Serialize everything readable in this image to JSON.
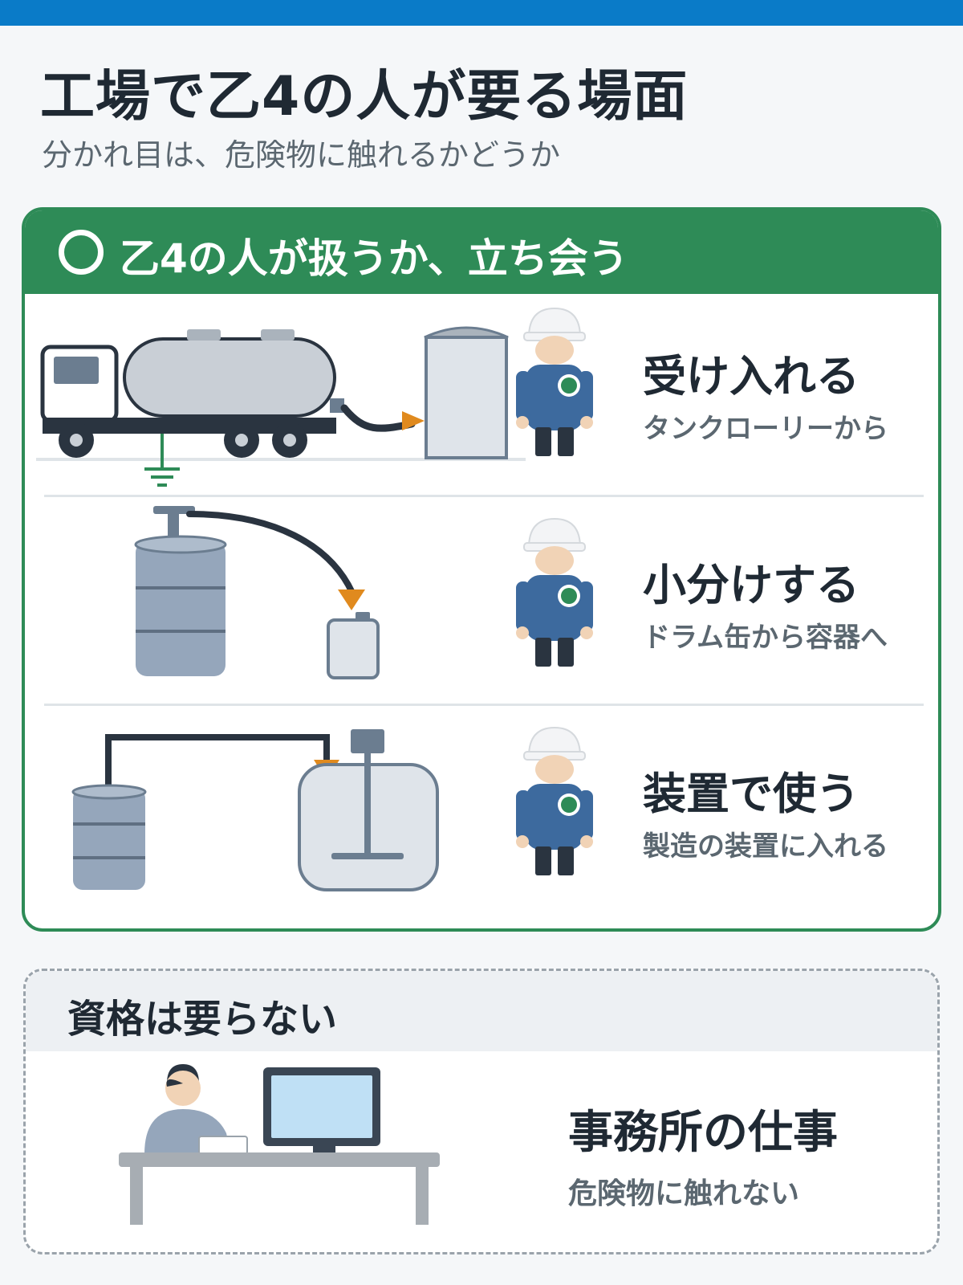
{
  "header": {
    "title": "工場で乙4の人が要る場面",
    "subtitle": "分かれ目は、危険物に触れるかどうか"
  },
  "required_panel": {
    "heading": "乙4の人が扱うか、立ち会う",
    "rows": [
      {
        "title": "受け入れる",
        "subtitle": "タンクローリーから"
      },
      {
        "title": "小分けする",
        "subtitle": "ドラム缶から容器へ"
      },
      {
        "title": "装置で使う",
        "subtitle": "製造の装置に入れる"
      }
    ]
  },
  "not_required_panel": {
    "heading": "資格は要らない",
    "title": "事務所の仕事",
    "subtitle": "危険物に触れない"
  },
  "colors": {
    "accent_blue": "#0a7bc8",
    "ok_green": "#2e8b57",
    "flow_orange": "#e08a1e",
    "worker_blue": "#3d6a9e"
  }
}
